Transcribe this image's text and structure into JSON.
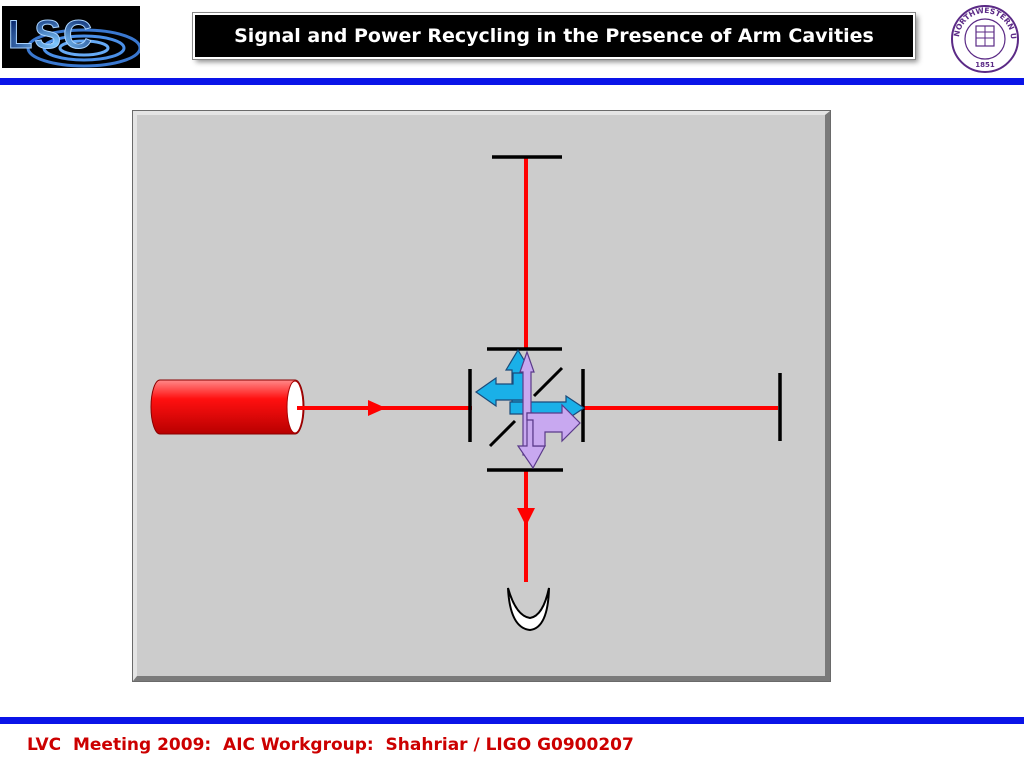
{
  "slide": {
    "title": "Signal and Power Recycling in the Presence of  Arm Cavities",
    "footer": "LVC  Meeting 2009:  AIC Workgroup:  Shahriar / LIGO G0900207"
  },
  "logos": {
    "left": {
      "icon": "lsc-logo",
      "text": "LSC"
    },
    "right": {
      "icon": "northwestern-university-seal",
      "text": "NORTHWESTERN UNIVERSITY",
      "year": "1851"
    }
  },
  "colors": {
    "rule_blue": "#0a14e8",
    "beam_red": "#ff0000",
    "panel_gray": "#cccccc",
    "arrow_cyan": "#1ab0e8",
    "arrow_lavender": "#c8a8f0",
    "footer_red": "#cc0000"
  }
}
